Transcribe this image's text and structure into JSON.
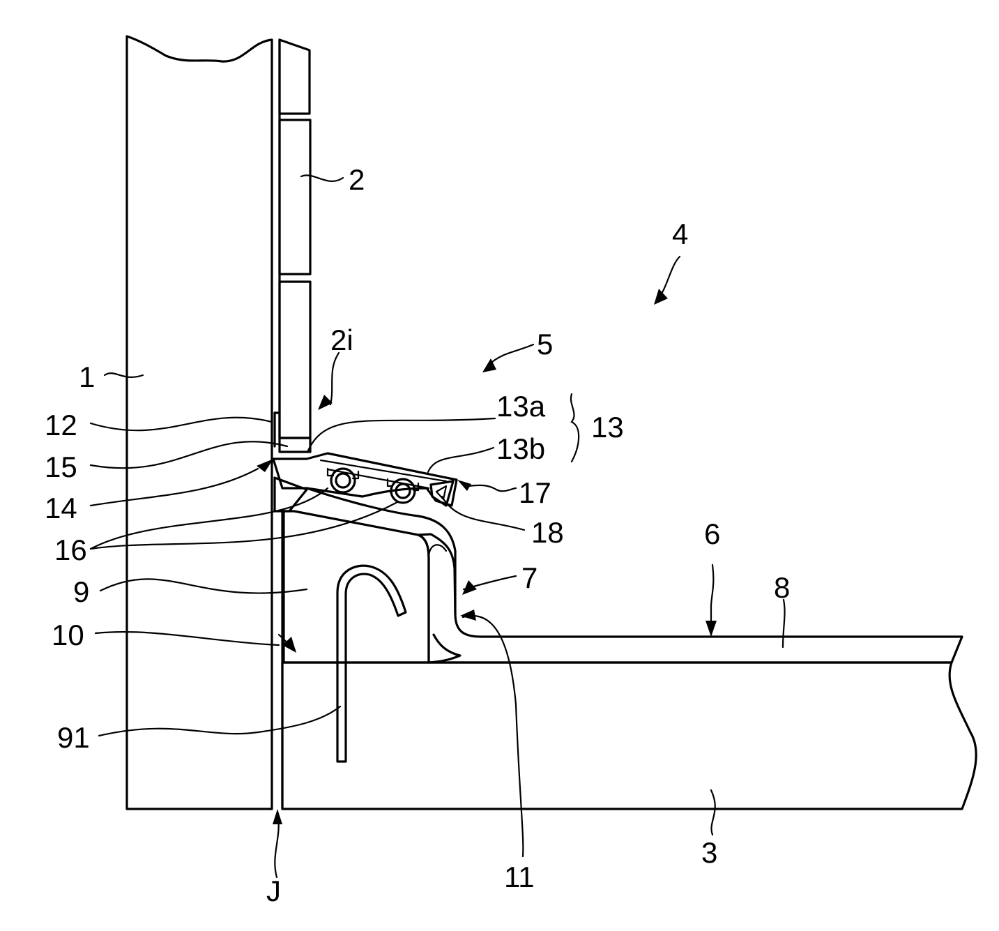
{
  "figure": {
    "labels": {
      "l1": "1",
      "l2": "2",
      "l2i": "2i",
      "l3": "3",
      "l4": "4",
      "l5": "5",
      "l6": "6",
      "l7": "7",
      "l8": "8",
      "l9": "9",
      "l10": "10",
      "l11": "11",
      "l12": "12",
      "l13": "13",
      "l13a": "13a",
      "l13b": "13b",
      "l14": "14",
      "l15": "15",
      "l16": "16",
      "l17": "17",
      "l18": "18",
      "l91": "91",
      "lJ": "J"
    }
  }
}
